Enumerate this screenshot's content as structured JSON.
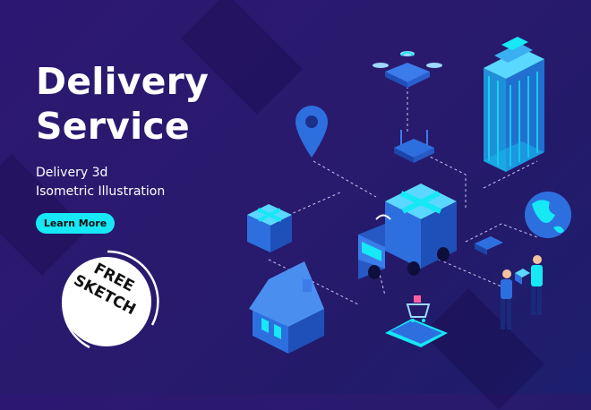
{
  "hero": {
    "title_line1": "Delivery",
    "title_line2": "Service",
    "subtitle_line1": "Delivery 3d",
    "subtitle_line2": "Isometric Illustration",
    "cta_label": "Learn More"
  },
  "badge": {
    "line1": "FREE",
    "line2": "SKETCH"
  },
  "colors": {
    "background": "#2a1a6e",
    "accent": "#16e8f6",
    "object_blue": "#2e6fe0"
  },
  "illustration": {
    "objects": [
      "drone-icon",
      "map-pin-icon",
      "router-icon",
      "skyscraper-icon",
      "globe-icon",
      "package-icon",
      "delivery-truck-icon",
      "house-icon",
      "smartphone-cart-icon",
      "people-handoff-icon"
    ]
  }
}
